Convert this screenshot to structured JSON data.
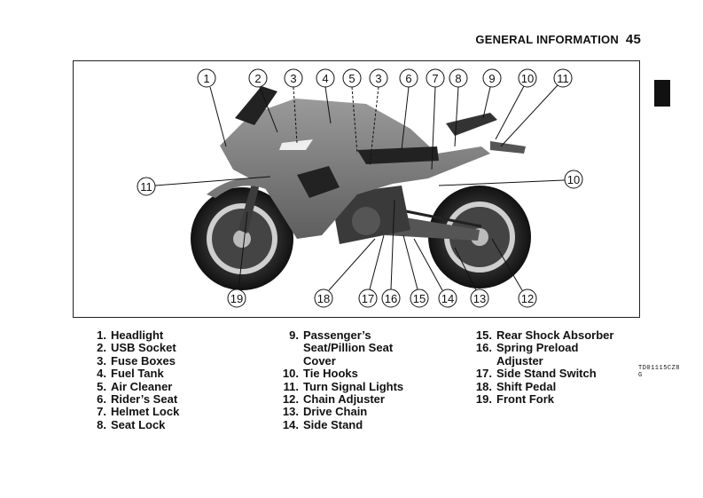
{
  "header": {
    "title": "GENERAL INFORMATION",
    "page": "45"
  },
  "figure": {
    "code": "TD01115CZ8   G",
    "callouts": [
      "1",
      "2",
      "3",
      "4",
      "5",
      "3",
      "6",
      "7",
      "8",
      "9",
      "10",
      "11",
      "11",
      "10",
      "19",
      "18",
      "17",
      "16",
      "15",
      "14",
      "13",
      "12"
    ]
  },
  "legend": {
    "col1": [
      {
        "num": "1.",
        "text": "Headlight"
      },
      {
        "num": "2.",
        "text": "USB Socket"
      },
      {
        "num": "3.",
        "text": "Fuse Boxes"
      },
      {
        "num": "4.",
        "text": "Fuel Tank"
      },
      {
        "num": "5.",
        "text": "Air Cleaner"
      },
      {
        "num": "6.",
        "text": "Rider’s Seat"
      },
      {
        "num": "7.",
        "text": "Helmet Lock"
      },
      {
        "num": "8.",
        "text": "Seat Lock"
      }
    ],
    "col2": [
      {
        "num": "9.",
        "text": "Passenger’s"
      },
      {
        "num": "",
        "text": "Seat/Pillion Seat"
      },
      {
        "num": "",
        "text": "Cover"
      },
      {
        "num": "10.",
        "text": "Tie Hooks"
      },
      {
        "num": "11.",
        "text": "Turn Signal Lights"
      },
      {
        "num": "12.",
        "text": "Chain Adjuster"
      },
      {
        "num": "13.",
        "text": "Drive Chain"
      },
      {
        "num": "14.",
        "text": "Side Stand"
      }
    ],
    "col3": [
      {
        "num": "15.",
        "text": "Rear Shock Absorber"
      },
      {
        "num": "16.",
        "text": "Spring Preload"
      },
      {
        "num": "",
        "text": "Adjuster"
      },
      {
        "num": "17.",
        "text": "Side Stand Switch"
      },
      {
        "num": "18.",
        "text": "Shift Pedal"
      },
      {
        "num": "19.",
        "text": "Front Fork"
      }
    ]
  }
}
